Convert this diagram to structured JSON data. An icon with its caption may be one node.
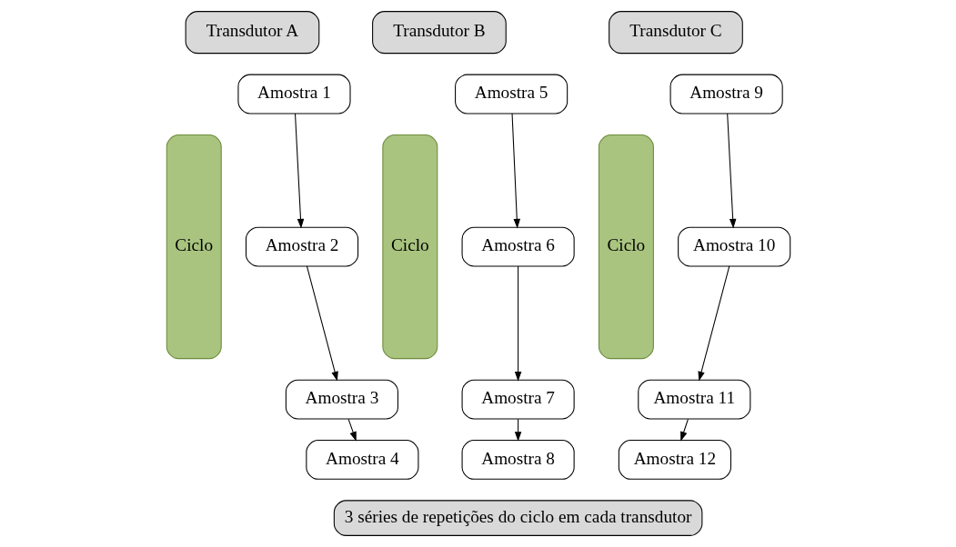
{
  "diagram": {
    "nodes": [
      {
        "text": [
          "Transdutor A"
        ]
      },
      {
        "text": [
          "Ciclo"
        ]
      },
      {
        "text": [
          "Amostra 1"
        ]
      },
      {
        "text": [
          "Amostra 2"
        ]
      },
      {
        "text": [
          "Amostra 3"
        ]
      },
      {
        "text": [
          "Amostra 4"
        ]
      },
      {
        "text": [
          "Transdutor B"
        ]
      },
      {
        "text": [
          "Ciclo"
        ]
      },
      {
        "text": [
          "Amostra 5"
        ]
      },
      {
        "text": [
          "Amostra 6"
        ]
      },
      {
        "text": [
          "Amostra 7"
        ]
      },
      {
        "text": [
          "Amostra 8"
        ]
      },
      {
        "text": [
          "Transdutor C"
        ]
      },
      {
        "text": [
          "Ciclo"
        ]
      },
      {
        "text": [
          "Amostra 9"
        ]
      },
      {
        "text": [
          "Amostra 10"
        ]
      },
      {
        "text": [
          "Amostra 11"
        ]
      },
      {
        "text": [
          "Amostra 12"
        ]
      },
      {
        "text": [
          "3 séries de repetições do ciclo em cada transdutor"
        ]
      }
    ],
    "edges": [
      {
        "from": 2,
        "to": 3,
        "arrow": "to"
      },
      {
        "from": 3,
        "to": 4,
        "arrow": "to"
      },
      {
        "from": 4,
        "to": 5,
        "arrow": "to"
      },
      {
        "from": 8,
        "to": 9,
        "arrow": "to"
      },
      {
        "from": 9,
        "to": 10,
        "arrow": "to"
      },
      {
        "from": 10,
        "to": 11,
        "arrow": "to"
      },
      {
        "from": 14,
        "to": 15,
        "arrow": "to"
      },
      {
        "from": 15,
        "to": 16,
        "arrow": "to"
      },
      {
        "from": 16,
        "to": 17,
        "arrow": "to"
      }
    ]
  }
}
